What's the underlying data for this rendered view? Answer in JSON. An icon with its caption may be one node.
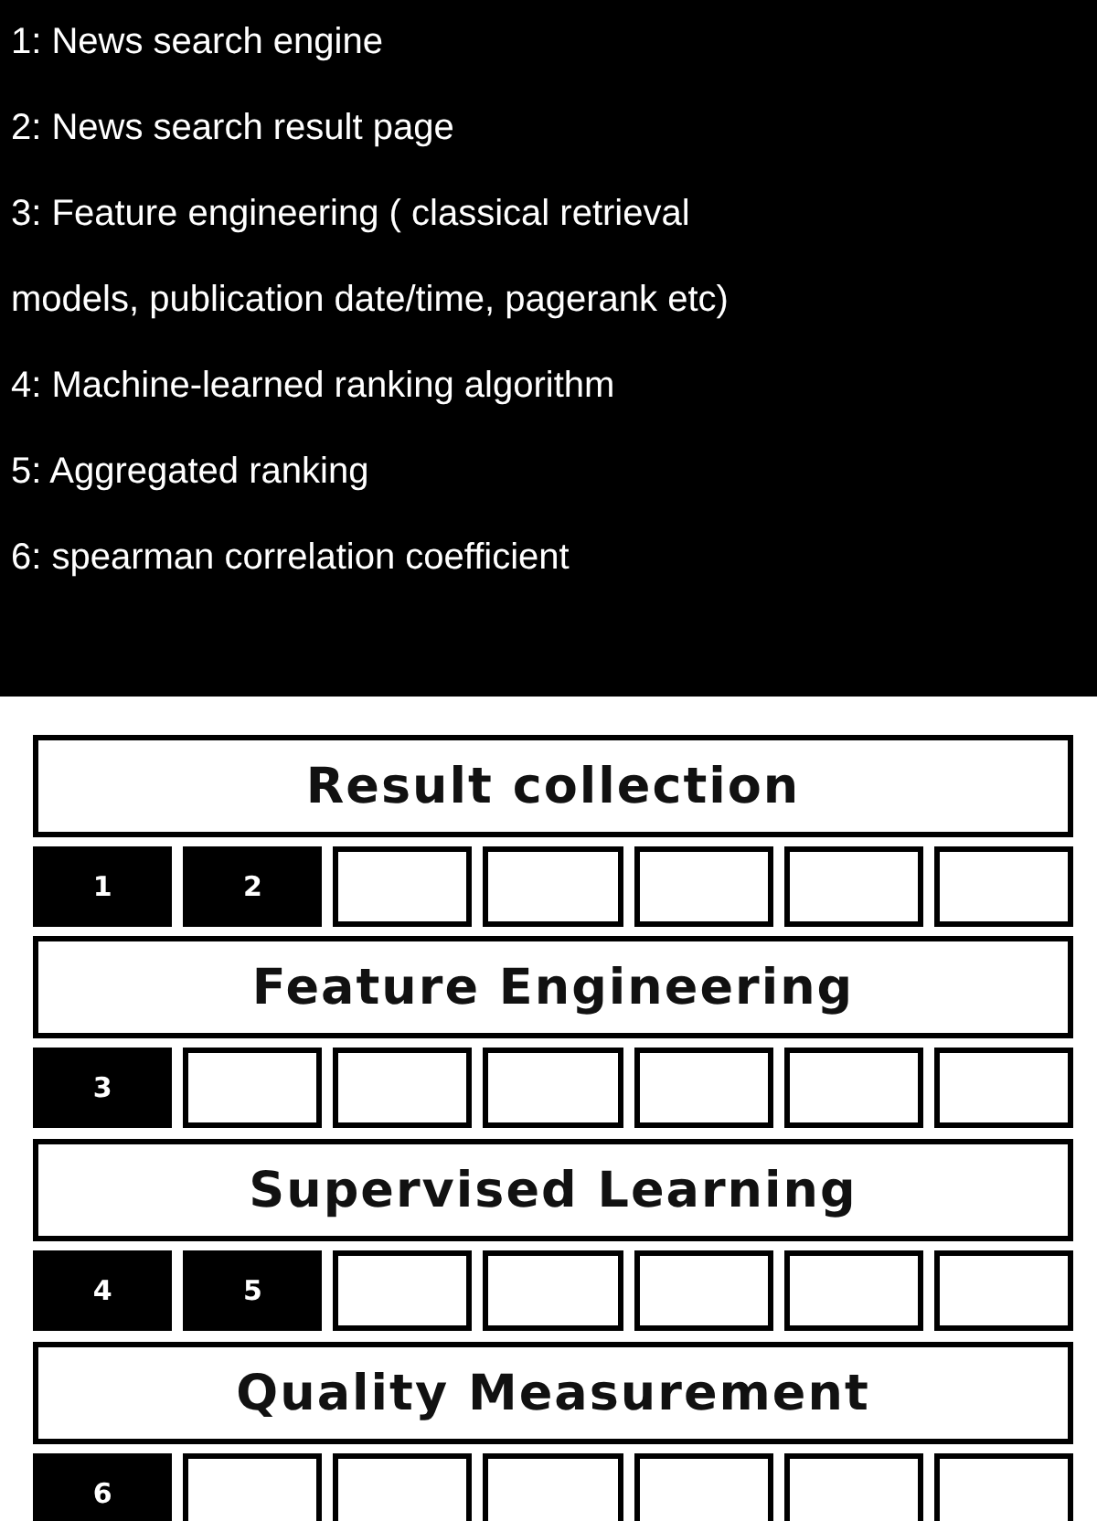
{
  "diagram": {
    "nodes": [
      {
        "text": [
          "1: News search engine",
          "2: News search result page",
          "3: Feature engineering ( classical retrieval models, publication date/time, pagerank etc)",
          "4: Machine-learned ranking algorithm",
          "5: Aggregated ranking",
          "6: spearman correlation coefficient"
        ]
      },
      {
        "text": [
          "Result collection"
        ]
      },
      {
        "text": [
          "1"
        ]
      },
      {
        "text": [
          "2"
        ]
      },
      {
        "text": [],
        "shape": "box"
      },
      {
        "text": [],
        "shape": "box"
      },
      {
        "text": [],
        "shape": "box"
      },
      {
        "text": [],
        "shape": "box"
      },
      {
        "text": [],
        "shape": "box"
      },
      {
        "text": [
          "Feature Engineering"
        ]
      },
      {
        "text": [
          "3"
        ]
      },
      {
        "text": [],
        "shape": "box"
      },
      {
        "text": [],
        "shape": "box"
      },
      {
        "text": [],
        "shape": "box"
      },
      {
        "text": [],
        "shape": "box"
      },
      {
        "text": [],
        "shape": "box"
      },
      {
        "text": [],
        "shape": "box"
      },
      {
        "text": [
          "Supervised Learning"
        ]
      },
      {
        "text": [
          "4"
        ]
      },
      {
        "text": [
          "5"
        ]
      },
      {
        "text": [],
        "shape": "box"
      },
      {
        "text": [],
        "shape": "box"
      },
      {
        "text": [],
        "shape": "box"
      },
      {
        "text": [],
        "shape": "box"
      },
      {
        "text": [],
        "shape": "box"
      },
      {
        "text": [
          "Quality Measurement"
        ]
      },
      {
        "text": [
          "6"
        ]
      },
      {
        "text": [],
        "shape": "box"
      },
      {
        "text": [],
        "shape": "box"
      },
      {
        "text": [],
        "shape": "box"
      },
      {
        "text": [],
        "shape": "box"
      },
      {
        "text": [],
        "shape": "box"
      },
      {
        "text": [],
        "shape": "box"
      }
    ]
  }
}
